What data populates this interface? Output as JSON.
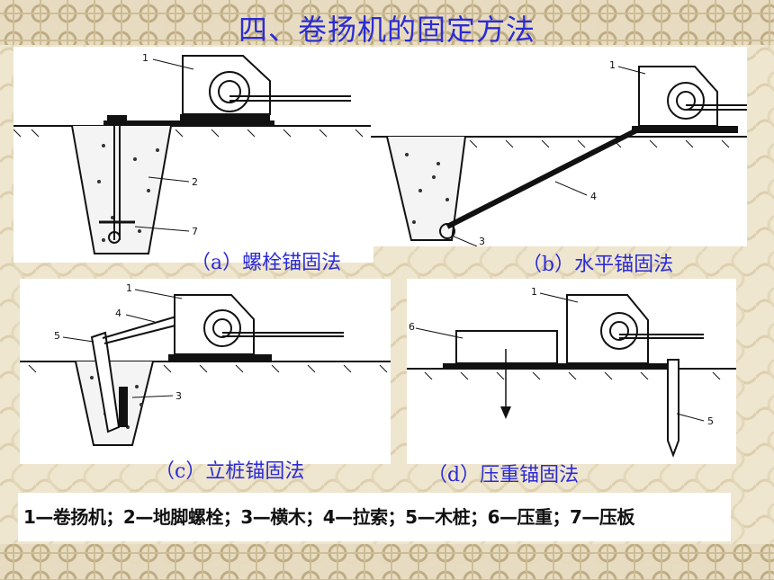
{
  "title": "四、卷扬机的固定方法",
  "captions": {
    "a": "（a）螺栓锚固法",
    "b": "（b）水平锚固法",
    "c": "（c）立桩锚固法",
    "d": "（d）压重锚固法"
  },
  "part_labels": {
    "a": [
      "1",
      "2",
      "7"
    ],
    "b": [
      "1",
      "4",
      "3"
    ],
    "c": [
      "1",
      "4",
      "5",
      "3"
    ],
    "d": [
      "1",
      "6",
      "5"
    ]
  },
  "legend": "1—卷扬机；2—地脚螺栓；3—横木；4—拉索；5—木桩；6—压重；7—压板",
  "colors": {
    "title": "#2b2bd6",
    "caption": "#2b2bd6",
    "background": "#efe6cf"
  }
}
